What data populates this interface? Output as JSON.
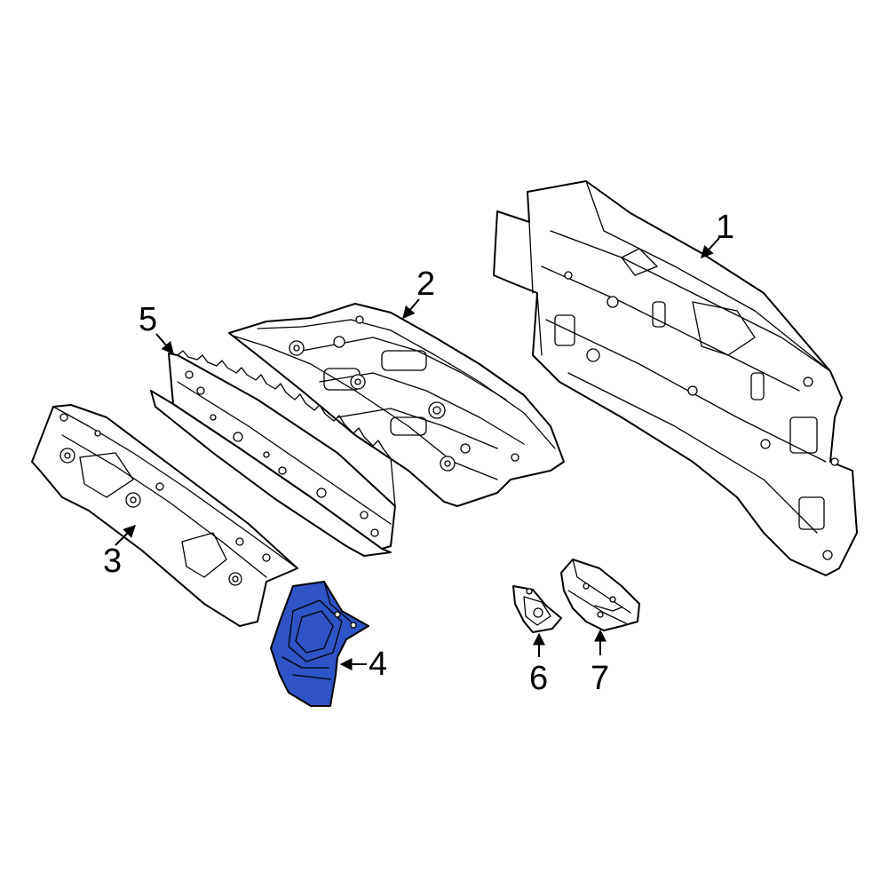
{
  "diagram": {
    "highlight_color": "#2e54c6",
    "callouts": {
      "c1": "1",
      "c2": "2",
      "c3": "3",
      "c4": "4",
      "c5": "5",
      "c6": "6",
      "c7": "7"
    }
  }
}
